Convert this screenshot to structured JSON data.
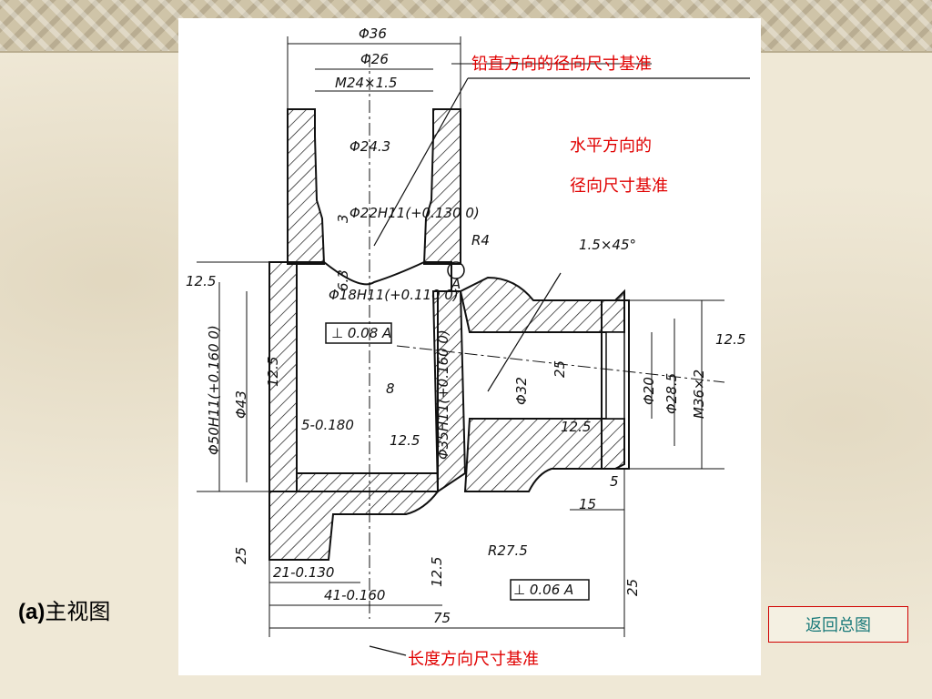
{
  "slide": {
    "caption_prefix": "(a)",
    "caption_text": "主视图",
    "back_button": "返回总图"
  },
  "annotations": {
    "vertical_datum": "铅直方向的径向尺寸基准",
    "horizontal_datum_line1": "水平方向的",
    "horizontal_datum_line2": "径向尺寸基准",
    "length_datum": "长度方向尺寸基准"
  },
  "dimensions": {
    "d36": "Φ36",
    "d26": "Φ26",
    "m24": "M24×1.5",
    "d24_3": "Φ24.3",
    "d22h11": "Φ22H11(+0.130 0)",
    "d18h11": "Φ18H11(+0.110 0)",
    "d50h11": "Φ50H11(+0.160 0)",
    "d43": "Φ43",
    "d35h11": "Φ35H11(+0.160 0)",
    "d32": "Φ32",
    "d20": "Φ20",
    "d28_5": "Φ28.5",
    "m36": "M36×2",
    "chamfer": "1.5×45°",
    "r4": "R4",
    "r27_5": "R27.5",
    "len75": "75",
    "len41": "41-0.160",
    "len21": "21-0.130",
    "len15": "15",
    "len5": "5",
    "len5b": "5-0.180",
    "len8": "8",
    "tol_a": "⊥ 0.08 A",
    "tol_b": "⊥ 0.06 A",
    "rough": "12.5",
    "rough25": "25",
    "rough63": "6.3",
    "rough3": "3",
    "datum_a": "A"
  },
  "colors": {
    "annotation": "#e00000",
    "button_text": "#1a7a7a",
    "button_border": "#d00000"
  }
}
